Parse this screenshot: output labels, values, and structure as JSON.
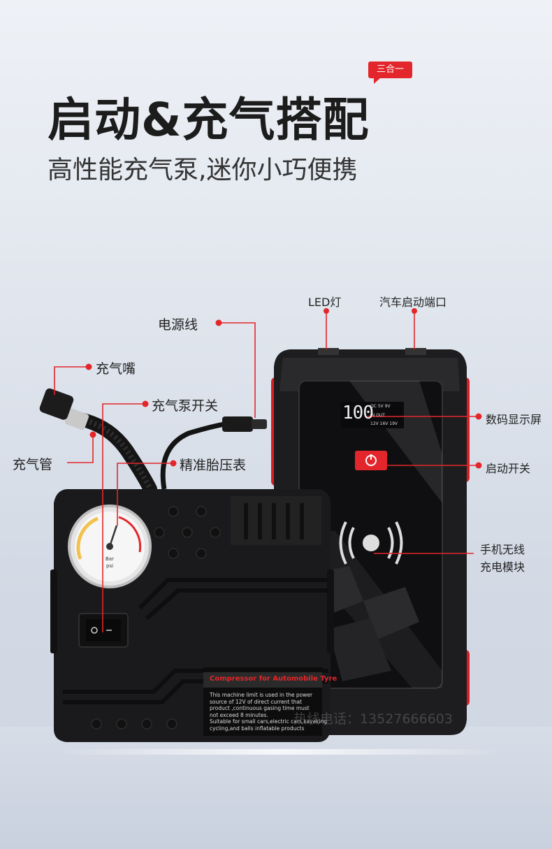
{
  "header": {
    "badge": "三合一",
    "title": "启动&充气搭配",
    "subtitle": "高性能充气泵,迷你小巧便携"
  },
  "callouts": {
    "led": "LED灯",
    "car_port": "汽车启动端口",
    "power_cord": "电源线",
    "nozzle": "充气嘴",
    "pump_switch": "充气泵开关",
    "hose": "充气管",
    "gauge": "精准胎压表",
    "display": "数码显示屏",
    "start_switch": "启动开关",
    "wireless_1": "手机无线",
    "wireless_2": "充电模块"
  },
  "compressor_label": {
    "heading": "Compressor for Automobile Tyre",
    "line1": "This machine limit is used in the power",
    "line2": "source of 12V of direct current that",
    "line3": "product ,continuous gasing time must",
    "line4": "not exceed 8 minutes.",
    "line5": "Suitable for small cars,electric cars,kayaking",
    "line6": "cycling,and balls inflatable products"
  },
  "gauge_face": {
    "unit1": "Bar",
    "unit2": "psi"
  },
  "display_readout": {
    "digits": "100",
    "row1": "QC   5V   9V",
    "row2": "IN          OUT",
    "row3": "12V  16V  19V"
  },
  "watermark": "热线电话：13527666603",
  "colors": {
    "accent": "#e3262b",
    "device_body": "#1e1e20",
    "text": "#1c1c1c"
  }
}
